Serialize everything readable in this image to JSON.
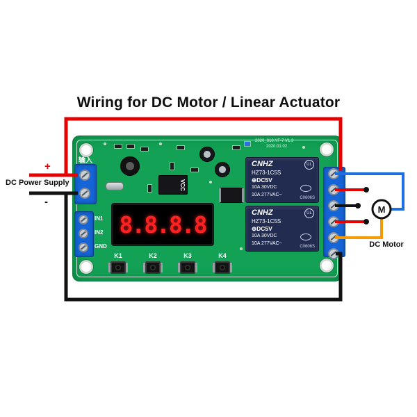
{
  "title": "Wiring for DC Motor / Linear Actuator",
  "power_supply": {
    "label": "DC Power Supply",
    "plus": "+",
    "minus": "-"
  },
  "motor": {
    "symbol": "M",
    "label": "DC Motor"
  },
  "board": {
    "input_label": "输入",
    "pin_labels": [
      "IN1",
      "IN2",
      "GND"
    ],
    "vcc_label": "VCC",
    "display": {
      "digits": "8.8.8.8"
    },
    "buttons": [
      "K1",
      "K2",
      "K3",
      "K4"
    ],
    "version_line1": "2020_010.YF-7 V1.3",
    "version_line2": "2020.01.02",
    "relay": {
      "brand": "CNHZ",
      "model": "HZ73-1C5S",
      "coil": "⊕DC5V",
      "rating_dc": "10A 30VDC",
      "rating_ac": "10A 277VAC~",
      "code": "C0606S",
      "ul": "UL"
    }
  },
  "colors": {
    "wire_positive": "#e60000",
    "wire_negative": "#111111",
    "wire_motor_blue": "#1f6fe0",
    "wire_motor_orange": "#f59a00"
  }
}
